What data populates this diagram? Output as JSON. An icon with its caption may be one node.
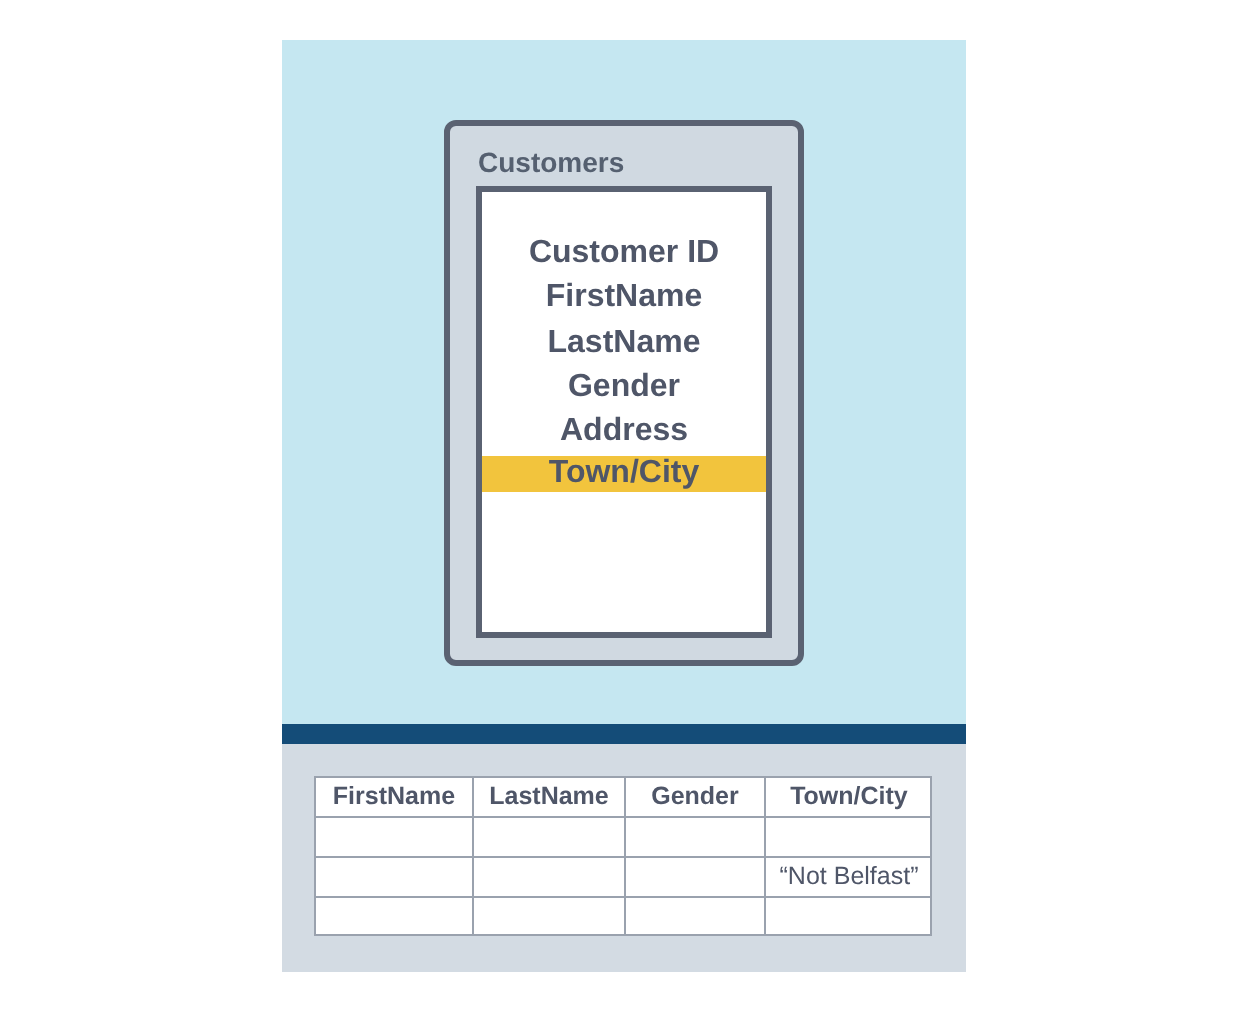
{
  "diagram": {
    "nodes": [
      {
        "text": [
          "Customers"
        ]
      },
      {
        "text": [
          "Customer ID",
          "FirstName",
          "LastName",
          "Gender",
          "Address"
        ],
        "in": 0
      },
      {
        "text": [
          "Town/City"
        ],
        "in": 1
      }
    ],
    "labels": [
      "FirstName",
      "LastName",
      "Gender",
      "Town/City",
      "“Not Belfast”"
    ]
  }
}
